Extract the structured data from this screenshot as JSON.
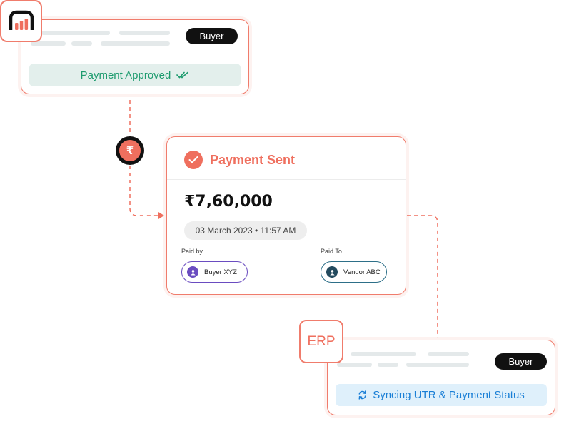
{
  "top_card": {
    "badge": "Buyer",
    "status": "Payment Approved",
    "status_color": "#1d9b6e",
    "logo_icon": "bar-chart-logo-icon"
  },
  "connector": {
    "currency_symbol": "₹"
  },
  "payment_card": {
    "title": "Payment Sent",
    "amount": "₹7,60,000",
    "datetime": "03 March 2023 • 11:57 AM",
    "paid_by_label": "Paid by",
    "paid_by_name": "Buyer XYZ",
    "paid_to_label": "Paid To",
    "paid_to_name": "Vendor ABC",
    "accent": "#ef6f5e"
  },
  "bottom_card": {
    "erp_label": "ERP",
    "badge": "Buyer",
    "status": "Syncing UTR & Payment Status",
    "status_color": "#1a7fd6"
  }
}
